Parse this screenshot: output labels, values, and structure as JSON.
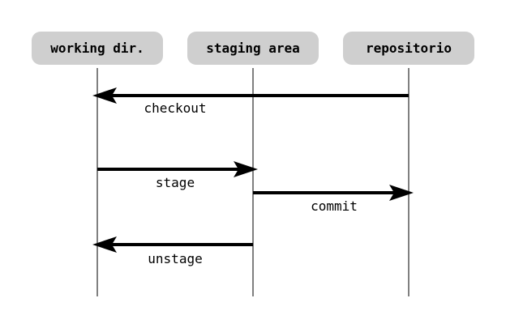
{
  "lanes": {
    "working": "working dir.",
    "staging": "staging area",
    "repository": "repositorio"
  },
  "operations": [
    {
      "id": "checkout",
      "label": "checkout",
      "from": "repository",
      "to": "working"
    },
    {
      "id": "stage",
      "label": "stage",
      "from": "working",
      "to": "staging"
    },
    {
      "id": "commit",
      "label": "commit",
      "from": "staging",
      "to": "repository"
    },
    {
      "id": "unstage",
      "label": "unstage",
      "from": "staging",
      "to": "working"
    }
  ],
  "colors": {
    "header_bg": "#cfcfcf",
    "line": "#000000",
    "arrow": "#000000"
  }
}
